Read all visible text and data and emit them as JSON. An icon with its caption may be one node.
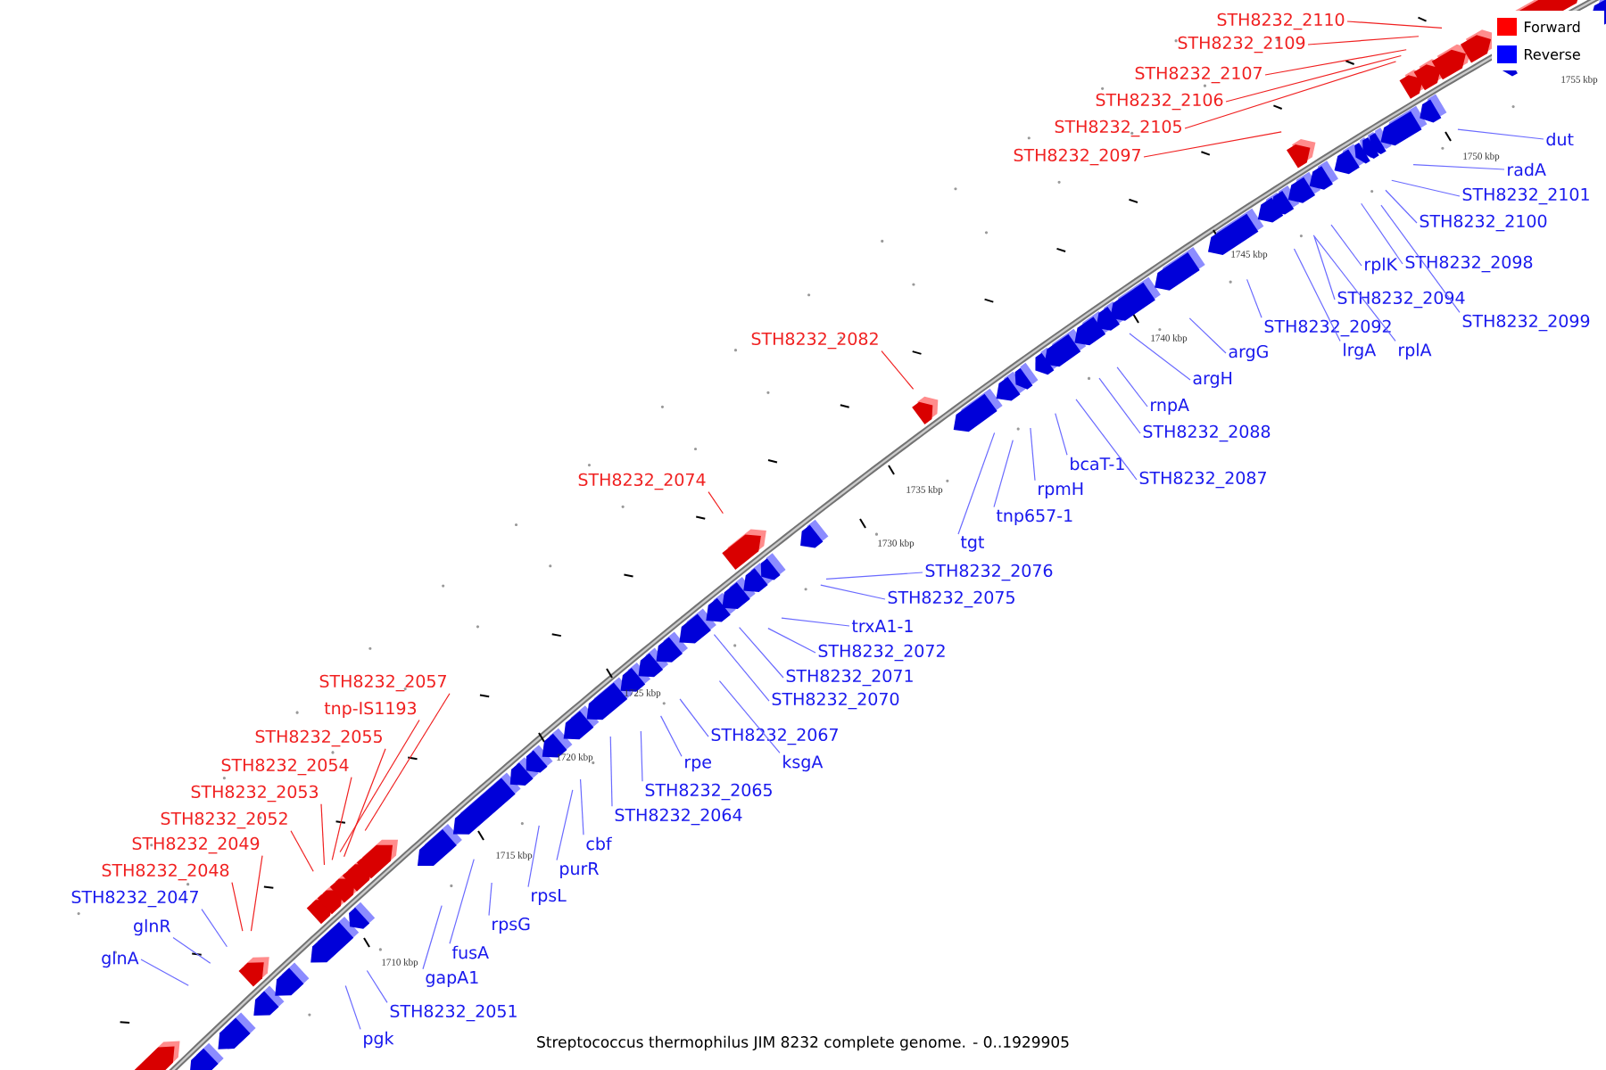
{
  "diagram": {
    "caption": "Streptococcus thermophilus JIM 8232 complete genome. - 0..1929905",
    "nodes": [
      {
        "text": [
          "STH8232_2110"
        ]
      },
      {
        "text": [
          "STH8232_2109"
        ]
      },
      {
        "text": [
          "STH8232_2107"
        ]
      },
      {
        "text": [
          "STH8232_2106"
        ]
      },
      {
        "text": [
          "STH8232_2105"
        ]
      },
      {
        "text": [
          "STH8232_2097"
        ]
      },
      {
        "text": [
          "dut"
        ]
      },
      {
        "text": [
          "radA"
        ]
      },
      {
        "text": [
          "STH8232_2101"
        ]
      },
      {
        "text": [
          "STH8232_2100"
        ]
      },
      {
        "text": [
          "rplK"
        ]
      },
      {
        "text": [
          "STH8232_2098"
        ]
      },
      {
        "text": [
          "STH8232_2094"
        ]
      },
      {
        "text": [
          "STH8232_2099"
        ]
      },
      {
        "text": [
          "STH8232_2092"
        ]
      },
      {
        "text": [
          "lrgA"
        ]
      },
      {
        "text": [
          "rplA"
        ]
      },
      {
        "text": [
          "argG"
        ]
      },
      {
        "text": [
          "STH8232_2082"
        ]
      },
      {
        "text": [
          "argH"
        ]
      },
      {
        "text": [
          "rnpA"
        ]
      },
      {
        "text": [
          "STH8232_2088"
        ]
      },
      {
        "text": [
          "bcaT-1"
        ]
      },
      {
        "text": [
          "STH8232_2087"
        ]
      },
      {
        "text": [
          "rpmH"
        ]
      },
      {
        "text": [
          "tnp657-1"
        ]
      },
      {
        "text": [
          "STH8232_2074"
        ]
      },
      {
        "text": [
          "tgt"
        ]
      },
      {
        "text": [
          "STH8232_2076"
        ]
      },
      {
        "text": [
          "STH8232_2075"
        ]
      },
      {
        "text": [
          "trxA1-1"
        ]
      },
      {
        "text": [
          "STH8232_2072"
        ]
      },
      {
        "text": [
          "STH8232_2071"
        ]
      },
      {
        "text": [
          "STH8232_2070"
        ]
      },
      {
        "text": [
          "STH8232_2057"
        ]
      },
      {
        "text": [
          "tnp-IS1193"
        ]
      },
      {
        "text": [
          "STH8232_2067"
        ]
      },
      {
        "text": [
          "ksgA"
        ]
      },
      {
        "text": [
          "rpe"
        ]
      },
      {
        "text": [
          "STH8232_2055"
        ]
      },
      {
        "text": [
          "STH8232_2065"
        ]
      },
      {
        "text": [
          "STH8232_2054"
        ]
      },
      {
        "text": [
          "STH8232_2064"
        ]
      },
      {
        "text": [
          "STH8232_2053"
        ]
      },
      {
        "text": [
          "cbf"
        ]
      },
      {
        "text": [
          "STH8232_2052"
        ]
      },
      {
        "text": [
          "purR"
        ]
      },
      {
        "text": [
          "STH8232_2049"
        ]
      },
      {
        "text": [
          "rpsL"
        ]
      },
      {
        "text": [
          "STH8232_2048"
        ]
      },
      {
        "text": [
          "rpsG"
        ]
      },
      {
        "text": [
          "STH8232_2047"
        ]
      },
      {
        "text": [
          "fusA"
        ]
      },
      {
        "text": [
          "glnR"
        ]
      },
      {
        "text": [
          "gapA1"
        ]
      },
      {
        "text": [
          "glnA"
        ]
      },
      {
        "text": [
          "STH8232_2051"
        ]
      },
      {
        "text": [
          "pgk"
        ]
      }
    ],
    "edges": [
      {
        "from": 0,
        "to": null,
        "arrow": "none",
        "color": "#f02020"
      },
      {
        "from": 1,
        "to": null,
        "arrow": "none",
        "color": "#f02020"
      },
      {
        "from": 2,
        "to": null,
        "arrow": "none",
        "color": "#f02020"
      },
      {
        "from": 3,
        "to": null,
        "arrow": "none",
        "color": "#f02020"
      },
      {
        "from": 4,
        "to": null,
        "arrow": "none",
        "color": "#f02020"
      },
      {
        "from": 5,
        "to": null,
        "arrow": "none",
        "color": "#f02020"
      },
      {
        "from": 6,
        "to": null,
        "arrow": "none"
      },
      {
        "from": 7,
        "to": null,
        "arrow": "none"
      },
      {
        "from": 8,
        "to": null,
        "arrow": "none"
      },
      {
        "from": 9,
        "to": null,
        "arrow": "none"
      },
      {
        "from": 10,
        "to": null,
        "arrow": "none"
      },
      {
        "from": 11,
        "to": null,
        "arrow": "none"
      },
      {
        "from": 12,
        "to": null,
        "arrow": "none"
      },
      {
        "from": 13,
        "to": null,
        "arrow": "none"
      },
      {
        "from": 14,
        "to": null,
        "arrow": "none"
      },
      {
        "from": 15,
        "to": null,
        "arrow": "none"
      },
      {
        "from": 16,
        "to": null,
        "arrow": "none"
      },
      {
        "from": 17,
        "to": null,
        "arrow": "none"
      },
      {
        "from": 18,
        "to": null,
        "arrow": "none",
        "color": "#f02020"
      },
      {
        "from": 19,
        "to": null,
        "arrow": "none"
      },
      {
        "from": 20,
        "to": null,
        "arrow": "none"
      },
      {
        "from": 21,
        "to": null,
        "arrow": "none"
      },
      {
        "from": 22,
        "to": null,
        "arrow": "none"
      },
      {
        "from": 23,
        "to": null,
        "arrow": "none"
      },
      {
        "from": 24,
        "to": null,
        "arrow": "none"
      },
      {
        "from": 25,
        "to": null,
        "arrow": "none"
      },
      {
        "from": 26,
        "to": null,
        "arrow": "none",
        "color": "#f02020"
      },
      {
        "from": 27,
        "to": null,
        "arrow": "none"
      },
      {
        "from": 28,
        "to": null,
        "arrow": "none"
      },
      {
        "from": 29,
        "to": null,
        "arrow": "none"
      },
      {
        "from": 30,
        "to": null,
        "arrow": "none"
      },
      {
        "from": 31,
        "to": null,
        "arrow": "none"
      },
      {
        "from": 32,
        "to": null,
        "arrow": "none"
      },
      {
        "from": 33,
        "to": null,
        "arrow": "none"
      },
      {
        "from": 34,
        "to": null,
        "arrow": "none",
        "color": "#f02020"
      },
      {
        "from": 35,
        "to": null,
        "arrow": "none",
        "color": "#f02020"
      },
      {
        "from": 36,
        "to": null,
        "arrow": "none"
      },
      {
        "from": 37,
        "to": null,
        "arrow": "none"
      },
      {
        "from": 38,
        "to": null,
        "arrow": "none"
      },
      {
        "from": 39,
        "to": null,
        "arrow": "none",
        "color": "#f02020"
      },
      {
        "from": 40,
        "to": null,
        "arrow": "none"
      },
      {
        "from": 41,
        "to": null,
        "arrow": "none",
        "color": "#f02020"
      },
      {
        "from": 42,
        "to": null,
        "arrow": "none"
      },
      {
        "from": 43,
        "to": null,
        "arrow": "none",
        "color": "#f02020"
      },
      {
        "from": 44,
        "to": null,
        "arrow": "none"
      },
      {
        "from": 45,
        "to": null,
        "arrow": "none",
        "color": "#f02020"
      },
      {
        "from": 46,
        "to": null,
        "arrow": "none"
      },
      {
        "from": 47,
        "to": null,
        "arrow": "none",
        "color": "#f02020"
      },
      {
        "from": 48,
        "to": null,
        "arrow": "none"
      },
      {
        "from": 49,
        "to": null,
        "arrow": "none",
        "color": "#f02020"
      },
      {
        "from": 50,
        "to": null,
        "arrow": "none"
      },
      {
        "from": 51,
        "to": null,
        "arrow": "none"
      },
      {
        "from": 52,
        "to": null,
        "arrow": "none"
      },
      {
        "from": 53,
        "to": null,
        "arrow": "none"
      },
      {
        "from": 54,
        "to": null,
        "arrow": "none"
      },
      {
        "from": 55,
        "to": null,
        "arrow": "none"
      },
      {
        "from": 56,
        "to": null,
        "arrow": "none"
      },
      {
        "from": 57,
        "to": null,
        "arrow": "none"
      }
    ],
    "labels": [
      "1710 kbp",
      "1715 kbp",
      "1720 kbp",
      "1725 kbp",
      "1730 kbp",
      "1735 kbp",
      "1740 kbp",
      "1745 kbp",
      "1750 kbp",
      "1755 kbp"
    ],
    "legend": [
      {
        "text": "Forward",
        "color": "#ff0000"
      },
      {
        "text": "Reverse",
        "color": "#0000ff"
      }
    ]
  }
}
